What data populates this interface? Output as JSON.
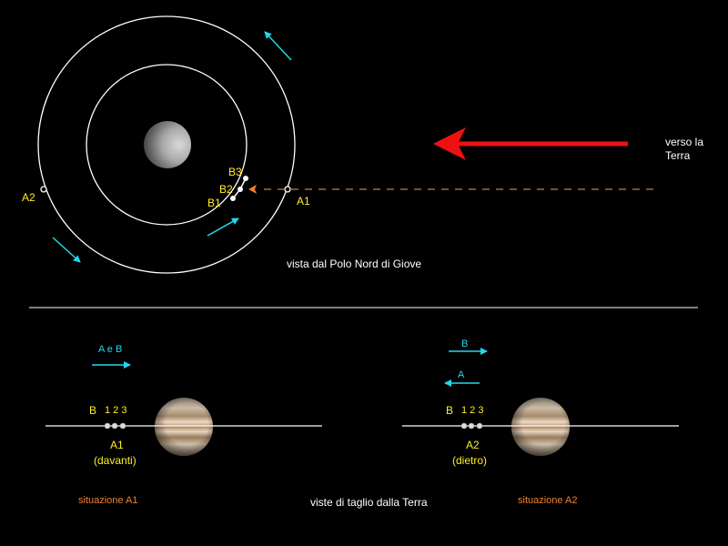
{
  "top": {
    "labels": {
      "a1": "A1",
      "a2": "A2",
      "b1": "B1",
      "b2": "B2",
      "b3": "B3"
    },
    "earth_label_line1": "verso la",
    "earth_label_line2": "Terra",
    "caption": "vista dal Polo Nord di Giove"
  },
  "bottom_left": {
    "arrow_label": "A e B",
    "b_label": "B",
    "numbers": "1 2 3",
    "a_label": "A1",
    "position_label": "(davanti)",
    "situation": "situazione A1"
  },
  "bottom_right": {
    "arrow_b_label": "B",
    "arrow_a_label": "A",
    "b_label": "B",
    "numbers": "1 2 3",
    "a_label": "A2",
    "position_label": "(dietro)",
    "situation": "situazione A2"
  },
  "bottom_caption": "viste di taglio dalla Terra",
  "colors": {
    "background": "#000000",
    "orbit": "#ffffff",
    "label_yellow": "#ffee22",
    "arrow_cyan": "#22d8ee",
    "earth_arrow": "#ee1111",
    "dashed_orange": "#e8a060",
    "situation_orange": "#f08030"
  }
}
